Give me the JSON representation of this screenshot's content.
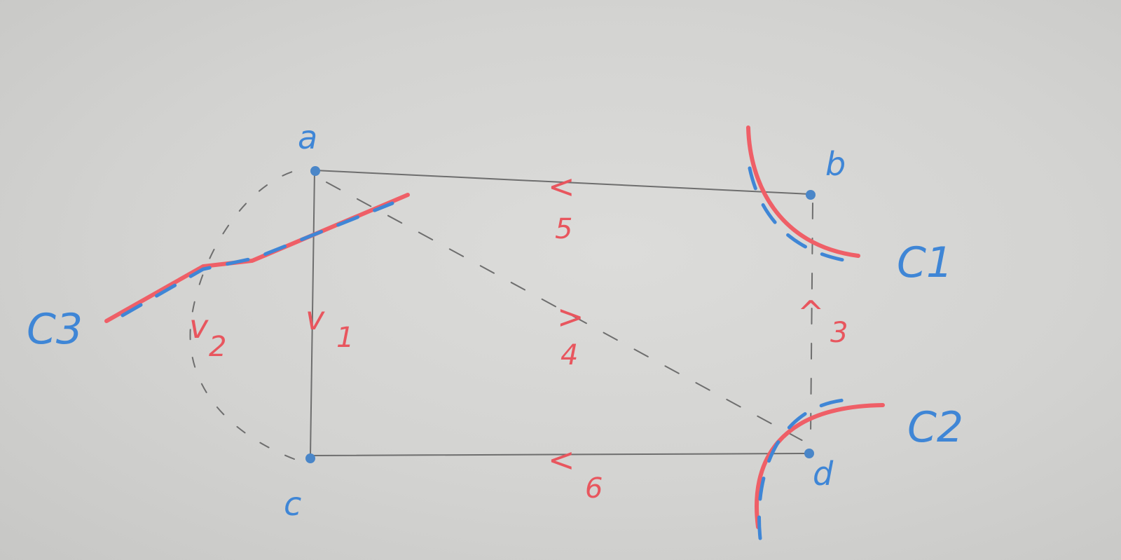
{
  "vertices": {
    "a": "a",
    "b": "b",
    "c": "c",
    "d": "d"
  },
  "edges": {
    "ab": {
      "weight": "5",
      "arrow": "<"
    },
    "ac": {
      "weight": "1",
      "symbol": "v"
    },
    "ad": {
      "weight": "4",
      "arrow": ">"
    },
    "bd": {
      "weight": "3",
      "arrow": "^"
    },
    "cd": {
      "weight": "6",
      "arrow": "<"
    },
    "ac_arc": {
      "weight": "2",
      "symbol": "v"
    }
  },
  "cuts": {
    "c1": "C1",
    "c2": "C2",
    "c3": "C3"
  },
  "colors": {
    "vertex_blue": "#3f86d6",
    "label_red": "#e8565e",
    "edge_gray": "#6e6e6e",
    "paper": "#d6d6d4"
  }
}
